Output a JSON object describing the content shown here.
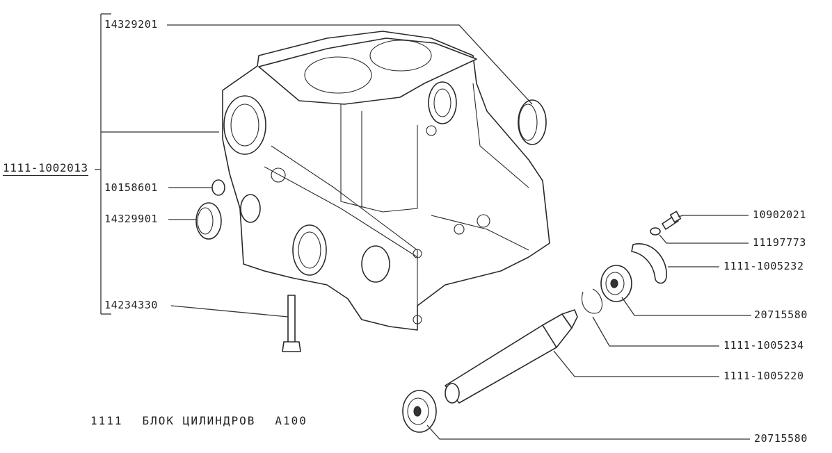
{
  "assembly": {
    "part_number": "1111-1002013"
  },
  "callouts": {
    "sleeve_top": "14329201",
    "plug_small": "10158601",
    "sleeve_left": "14329901",
    "stud": "14234330",
    "bolt": "10902021",
    "washer": "11197773",
    "retainer_plate": "1111-1005232",
    "bearing_rear": "20715580",
    "circlip": "1111-1005234",
    "shaft": "1111-1005220",
    "bearing_front": "20715580"
  },
  "caption": {
    "model": "1111",
    "title": "БЛОК ЦИЛИНДРОВ",
    "code": "А100"
  }
}
